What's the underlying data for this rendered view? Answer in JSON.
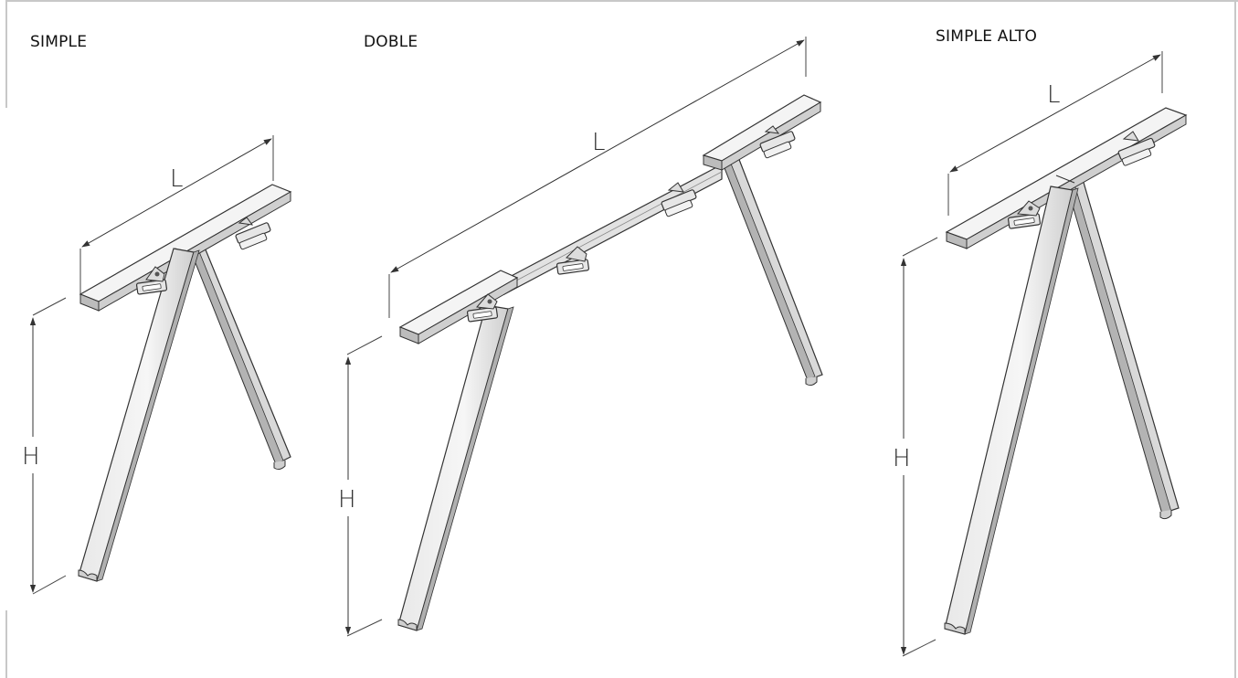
{
  "diagrams": [
    {
      "title": "SIMPLE",
      "width_label": "L",
      "height_label": "H"
    },
    {
      "title": "DOBLE",
      "width_label": "L",
      "height_label": "H"
    },
    {
      "title": "SIMPLE ALTO",
      "width_label": "L",
      "height_label": "H"
    }
  ],
  "colors": {
    "frame": "#c8c8c8",
    "stroke": "#333333",
    "metal_light": "#f2f2f2",
    "metal_mid": "#d6d6d6",
    "metal_dark": "#a8a8a8"
  }
}
